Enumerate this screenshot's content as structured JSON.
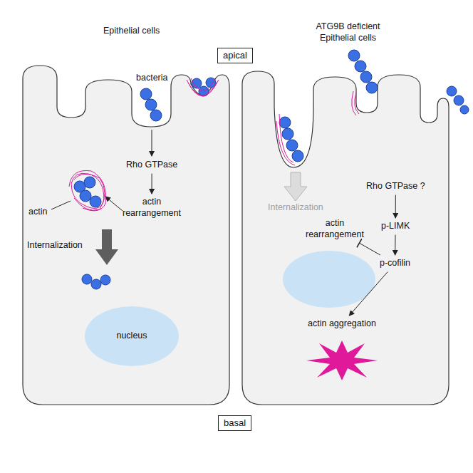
{
  "diagram": {
    "nodes": [
      {
        "text": [
          "apical"
        ]
      },
      {
        "text": [
          "Rho GTPase"
        ]
      },
      {
        "text": [
          "actin rearrangement"
        ]
      },
      {
        "text": [
          "nucleus"
        ]
      },
      {
        "text": [
          "Rho GTPase ?"
        ]
      },
      {
        "text": [
          "p-LIMK"
        ]
      },
      {
        "text": [
          "actin rearrangement"
        ]
      },
      {
        "text": [
          "p-cofilin"
        ]
      },
      {
        "text": [
          "actin aggregation"
        ]
      },
      {
        "text": [
          "basal"
        ]
      }
    ],
    "edges": [
      {
        "from": 1,
        "to": 2,
        "arrow": "to"
      },
      {
        "from": 4,
        "to": 5,
        "arrow": "to"
      },
      {
        "from": 5,
        "to": 7,
        "arrow": "to"
      },
      {
        "from": 7,
        "to": 6,
        "arrow": "to"
      },
      {
        "from": 7,
        "to": 8,
        "arrow": "to"
      }
    ],
    "labels": [
      "Epithelial cells",
      "bacteria",
      "actin",
      "Internalization",
      "ATG9B deficient Epithelial cells",
      "Internalization"
    ]
  }
}
